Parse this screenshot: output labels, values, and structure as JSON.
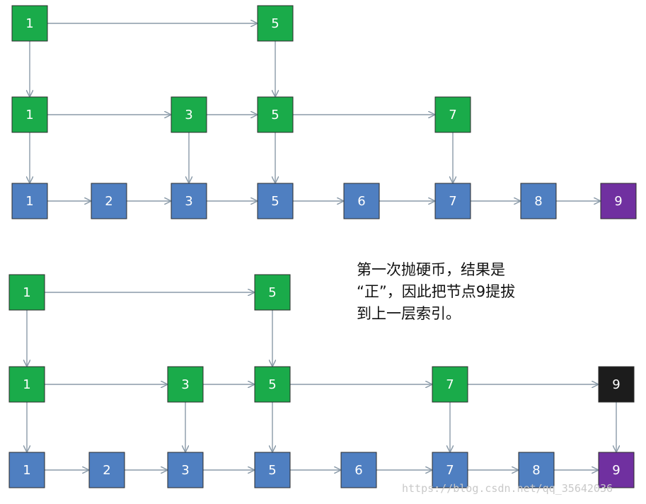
{
  "colors": {
    "green": "#1aab4a",
    "blue": "#4f7fc1",
    "purple": "#7030a0",
    "black": "#1c1c1c",
    "arrow": "#8a9aa8"
  },
  "diagrams": [
    {
      "name": "before",
      "levels": [
        {
          "level": 2,
          "nodes": [
            {
              "label": "1",
              "color": "green"
            },
            {
              "label": "5",
              "color": "green"
            }
          ]
        },
        {
          "level": 1,
          "nodes": [
            {
              "label": "1",
              "color": "green"
            },
            {
              "label": "3",
              "color": "green"
            },
            {
              "label": "5",
              "color": "green"
            },
            {
              "label": "7",
              "color": "green"
            }
          ]
        },
        {
          "level": 0,
          "nodes": [
            {
              "label": "1",
              "color": "blue"
            },
            {
              "label": "2",
              "color": "blue"
            },
            {
              "label": "3",
              "color": "blue"
            },
            {
              "label": "5",
              "color": "blue"
            },
            {
              "label": "6",
              "color": "blue"
            },
            {
              "label": "7",
              "color": "blue"
            },
            {
              "label": "8",
              "color": "blue"
            },
            {
              "label": "9",
              "color": "purple"
            }
          ]
        }
      ]
    },
    {
      "name": "after",
      "levels": [
        {
          "level": 2,
          "nodes": [
            {
              "label": "1",
              "color": "green"
            },
            {
              "label": "5",
              "color": "green"
            }
          ]
        },
        {
          "level": 1,
          "nodes": [
            {
              "label": "1",
              "color": "green"
            },
            {
              "label": "3",
              "color": "green"
            },
            {
              "label": "5",
              "color": "green"
            },
            {
              "label": "7",
              "color": "green"
            },
            {
              "label": "9",
              "color": "black"
            }
          ]
        },
        {
          "level": 0,
          "nodes": [
            {
              "label": "1",
              "color": "blue"
            },
            {
              "label": "2",
              "color": "blue"
            },
            {
              "label": "3",
              "color": "blue"
            },
            {
              "label": "5",
              "color": "blue"
            },
            {
              "label": "6",
              "color": "blue"
            },
            {
              "label": "7",
              "color": "blue"
            },
            {
              "label": "8",
              "color": "blue"
            },
            {
              "label": "9",
              "color": "purple"
            }
          ]
        }
      ]
    }
  ],
  "caption": {
    "line1": "第一次抛硬币，结果是",
    "line2": "“正”，因此把节点9提拔",
    "line3": "到上一层索引。"
  },
  "watermark": "https://blog.csdn.net/qq_35642036"
}
